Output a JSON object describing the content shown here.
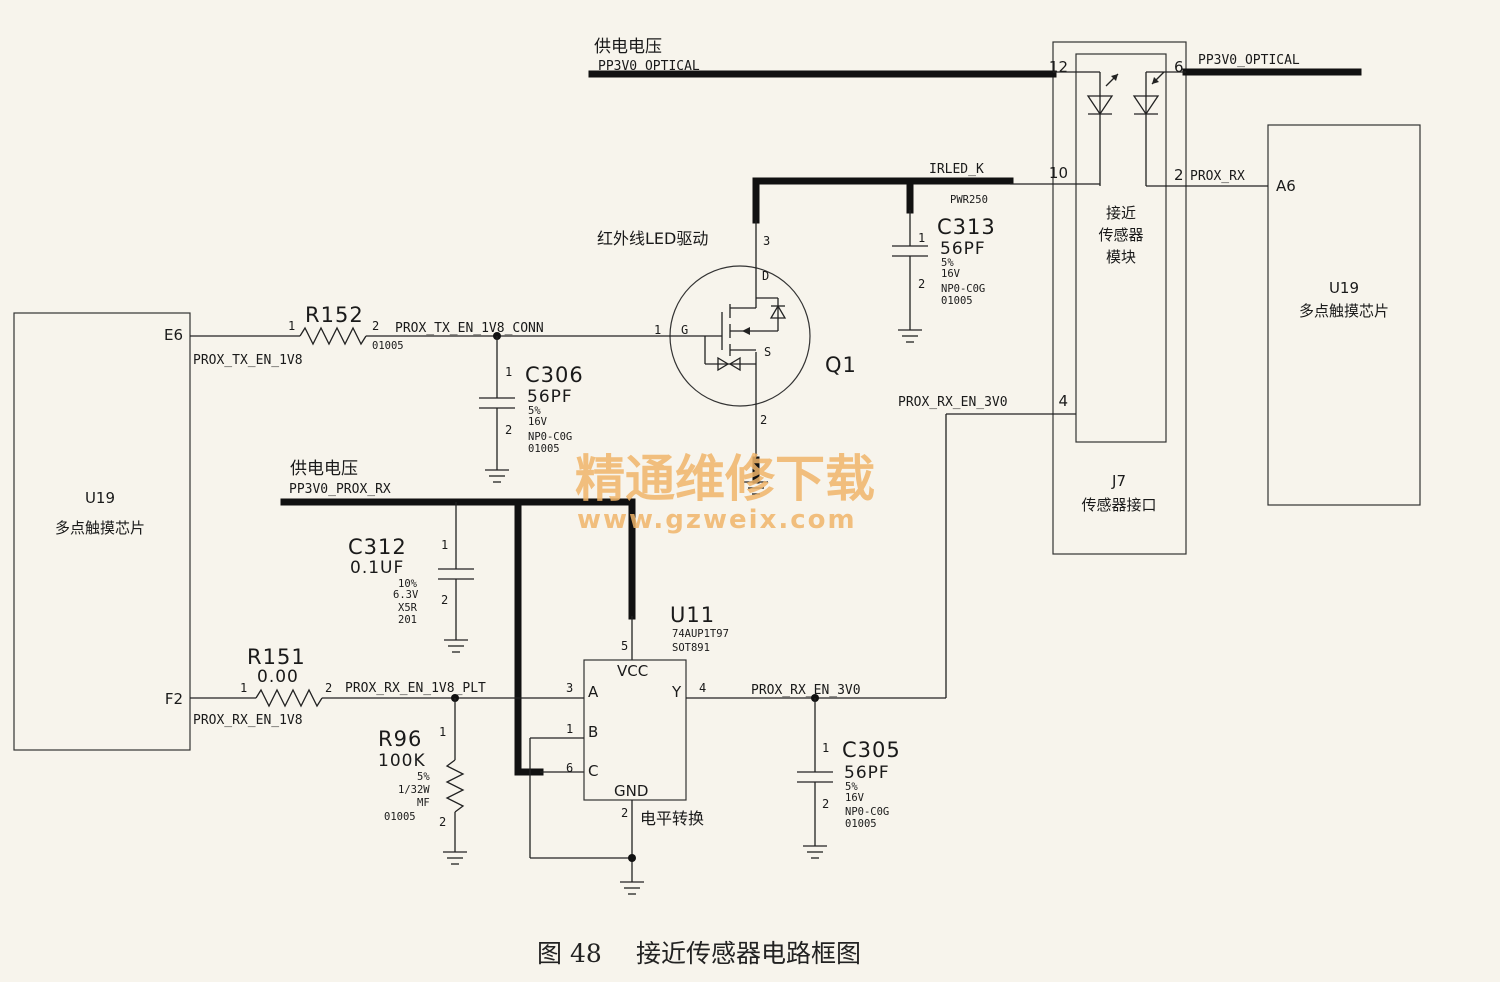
{
  "labels": {
    "supply_voltage_top": "供电电压",
    "supply_voltage_mid": "供电电压",
    "net_pp3v0_optical_left": "PP3V0_OPTICAL",
    "net_pp3v0_optical_right": "PP3V0_OPTICAL",
    "net_irled_k": "IRLED_K",
    "pwr250": "PWR250",
    "net_prox_rx_right": "PROX_RX",
    "net_prox_tx_en_1v8_conn": "PROX_TX_EN_1V8_CONN",
    "net_prox_tx_en_1v8": "PROX_TX_EN_1V8",
    "net_prox_rx_en_3v0_top": "PROX_RX_EN_3V0",
    "net_pp3v0_prox_rx": "PP3V0_PROX_RX",
    "net_prox_rx_en_1v8_plt": "PROX_RX_EN_1V8_PLT",
    "net_prox_rx_en_1v8": "PROX_RX_EN_1V8",
    "net_prox_rx_en_3v0_bottom": "PROX_RX_EN_3V0",
    "ir_led_driver": "红外线LED驱动",
    "level_shift": "电平转换"
  },
  "components": {
    "u19_left": {
      "ref": "U19",
      "desc": "多点触摸芯片",
      "pin_e6": "E6",
      "pin_f2": "F2"
    },
    "u19_right": {
      "ref": "U19",
      "desc": "多点触摸芯片",
      "pin_a6": "A6"
    },
    "j7": {
      "ref": "J7",
      "desc": "传感器接口",
      "pin12": "12",
      "pin10": "10",
      "pin4": "4",
      "pin6": "6",
      "pin2": "2"
    },
    "module": {
      "line1": "接近",
      "line2": "传感器",
      "line3": "模块"
    },
    "r152": {
      "ref": "R152",
      "pkg": "01005",
      "p1": "1",
      "p2": "2"
    },
    "r151": {
      "ref": "R151",
      "value": "0.00",
      "p1": "1",
      "p2": "2"
    },
    "r96": {
      "ref": "R96",
      "value": "100K",
      "tol": "5%",
      "power": "1/32W",
      "type": "MF",
      "pkg": "01005",
      "p1": "1",
      "p2": "2"
    },
    "c306": {
      "ref": "C306",
      "value": "56PF",
      "tol": "5%",
      "volt": "16V",
      "diel": "NP0-C0G",
      "pkg": "01005",
      "p1": "1",
      "p2": "2"
    },
    "c313": {
      "ref": "C313",
      "value": "56PF",
      "tol": "5%",
      "volt": "16V",
      "diel": "NP0-C0G",
      "pkg": "01005",
      "p1": "1",
      "p2": "2"
    },
    "c312": {
      "ref": "C312",
      "value": "0.1UF",
      "tol": "10%",
      "volt": "6.3V",
      "diel": "X5R",
      "pkg": "201",
      "p1": "1",
      "p2": "2"
    },
    "c305": {
      "ref": "C305",
      "value": "56PF",
      "tol": "5%",
      "volt": "16V",
      "diel": "NP0-C0G",
      "pkg": "01005",
      "p1": "1",
      "p2": "2"
    },
    "q1": {
      "ref": "Q1",
      "d": "D",
      "g": "G",
      "s": "S",
      "p1": "1",
      "p2": "2",
      "p3": "3"
    },
    "u11": {
      "ref": "U11",
      "part": "74AUP1T97",
      "pkg": "SOT891",
      "vcc": "VCC",
      "gnd": "GND",
      "a": "A",
      "b": "B",
      "c": "C",
      "y": "Y",
      "p1": "1",
      "p2": "2",
      "p3": "3",
      "p4": "4",
      "p5": "5",
      "p6": "6"
    }
  },
  "watermark": {
    "title": "精通维修下载",
    "url": "www.gzweix.com"
  },
  "caption": {
    "number": "图 48",
    "title": "接近传感器电路框图"
  }
}
